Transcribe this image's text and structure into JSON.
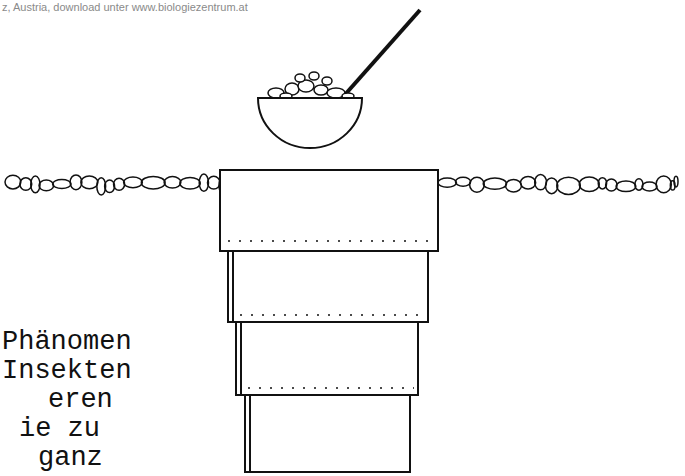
{
  "diagram": {
    "labels": [
      "z, Austria, download unter www.biologiezentrum.at",
      "Phänomen",
      "Insekten",
      "eren",
      "ie zu",
      "ganz"
    ]
  }
}
